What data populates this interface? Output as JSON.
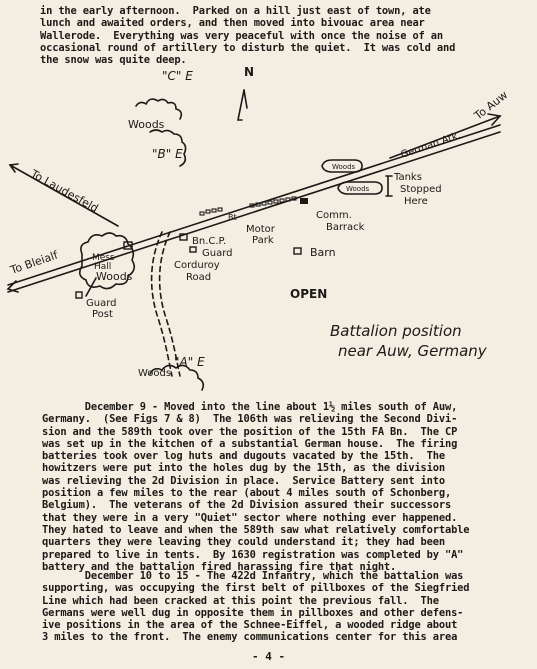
{
  "text_top": "in the early afternoon.  Parked on a hill just east of town, ate\nlunch and awaited orders, and then moved into bivouac area near\nWallerode.  Everything was very peaceful with once the noise of an\noccasional round of artillery to disturb the quiet.  It was cold and\nthe snow was quite deep.",
  "map": {
    "caption_line1": "Battalion position",
    "caption_line2": "near Auw, Germany",
    "north": "N",
    "labels": {
      "c_e": "\"C\" E",
      "woods_top": "Woods",
      "b_e": "\"B\" E",
      "to_laudesfeld": "To Laudesfeld",
      "to_bleialf": "To Bleialf",
      "german_atk": "German Atk.",
      "to_auw": "To Auw",
      "woods_small1": "Woods",
      "woods_small2": "Woods",
      "tanks": "Tanks",
      "stopped": "Stopped",
      "here": "Here",
      "comm": "Comm.",
      "barrack": "Barrack",
      "bt": "Bt",
      "motor": "Motor",
      "park": "Park",
      "bn_cp": "Bn.C.P.",
      "guard": "Guard",
      "mess": "Mess",
      "hall": "Hall",
      "woods_mess": "Woods",
      "corduroy": "Corduroy",
      "road": "Road",
      "barn": "Barn",
      "guard_post1": "Guard",
      "guard_post2": "Post",
      "open": "OPEN",
      "woods_a": "Woods",
      "a_e": "\"A\" E"
    }
  },
  "text_dec9": "       December 9 - Moved into the line about 1½ miles south of Auw,\nGermany.  (See Figs 7 & 8)  The 106th was relieving the Second Divi-\nsion and the 589th took over the position of the 15th FA Bn.  The CP\nwas set up in the kitchen of a substantial German house.  The firing\nbatteries took over log huts and dugouts vacated by the 15th.  The\nhowitzers were put into the holes dug by the 15th, as the division\nwas relieving the 2d Division in place.  Service Battery sent into\nposition a few miles to the rear (about 4 miles south of Schonberg,\nBelgium).  The veterans of the 2d Division assured their successors\nthat they were in a very \"Quiet\" sector where nothing ever happened.\nThey hated to leave and when the 589th saw what relatively comfortable\nquarters they were leaving they could understand it; they had been\nprepared to live in tents.  By 1630 registration was completed by \"A\"\nbattery and the battalion fired harassing fire that night.",
  "text_dec10": "       December 10 to 15 - The 422d Infantry, which the battalion was\nsupporting, was occupying the first belt of pillboxes of the Siegfried\nLine which had been cracked at this point the previous fall.  The\nGermans were well dug in opposite them in pillboxes and other defens-\nive positions in the area of the Schnee-Eiffel, a wooded ridge about\n3 miles to the front.  The enemy communications center for this area",
  "page_number": "- 4 -"
}
